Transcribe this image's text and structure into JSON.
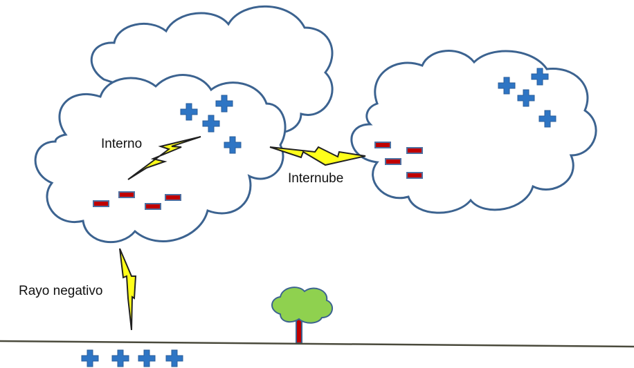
{
  "labels": {
    "internal": "Interno",
    "intercloud": "Internube",
    "negative_strike": "Rayo negativo"
  },
  "colors": {
    "cloud_fill": "#ffffff",
    "cloud_stroke": "#3c6390",
    "plus": "#2e75c4",
    "minus_fill": "#c00000",
    "minus_stroke": "#4f6fa0",
    "bolt_fill": "#ffff1a",
    "bolt_stroke": "#202020",
    "tree_crown": "#8fd14f",
    "tree_crown_stroke": "#3c6390",
    "tree_trunk": "#c00000",
    "ground": "#4a4a3c"
  },
  "icons": [
    "positive-charge-icon",
    "negative-charge-icon",
    "lightning-bolt-icon",
    "tree-icon",
    "cloud-icon"
  ]
}
